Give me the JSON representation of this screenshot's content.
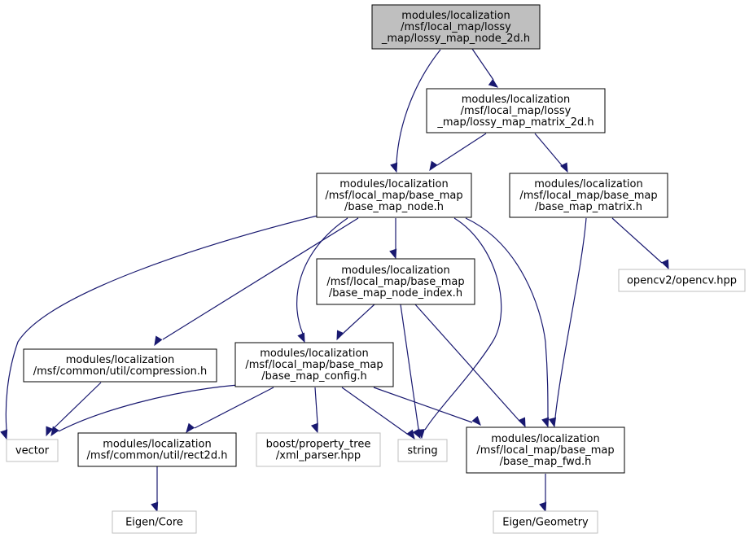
{
  "nodes": {
    "root": {
      "lines": [
        "modules/localization",
        "/msf/local_map/lossy",
        "_map/lossy_map_node_2d.h"
      ]
    },
    "matrix2d": {
      "lines": [
        "modules/localization",
        "/msf/local_map/lossy",
        "_map/lossy_map_matrix_2d.h"
      ]
    },
    "node_h": {
      "lines": [
        "modules/localization",
        "/msf/local_map/base_map",
        "/base_map_node.h"
      ]
    },
    "matrix_h": {
      "lines": [
        "modules/localization",
        "/msf/local_map/base_map",
        "/base_map_matrix.h"
      ]
    },
    "opencv": {
      "lines": [
        "opencv2/opencv.hpp"
      ]
    },
    "index_h": {
      "lines": [
        "modules/localization",
        "/msf/local_map/base_map",
        "/base_map_node_index.h"
      ]
    },
    "compression": {
      "lines": [
        "modules/localization",
        "/msf/common/util/compression.h"
      ]
    },
    "config_h": {
      "lines": [
        "modules/localization",
        "/msf/local_map/base_map",
        "/base_map_config.h"
      ]
    },
    "vector": {
      "lines": [
        "vector"
      ]
    },
    "rect2d": {
      "lines": [
        "modules/localization",
        "/msf/common/util/rect2d.h"
      ]
    },
    "xml": {
      "lines": [
        "boost/property_tree",
        "/xml_parser.hpp"
      ]
    },
    "string": {
      "lines": [
        "string"
      ]
    },
    "fwd_h": {
      "lines": [
        "modules/localization",
        "/msf/local_map/base_map",
        "/base_map_fwd.h"
      ]
    },
    "eigen_core": {
      "lines": [
        "Eigen/Core"
      ]
    },
    "eigen_geom": {
      "lines": [
        "Eigen/Geometry"
      ]
    }
  },
  "edges": [
    [
      "root",
      "matrix2d"
    ],
    [
      "root",
      "node_h"
    ],
    [
      "matrix2d",
      "node_h"
    ],
    [
      "matrix2d",
      "matrix_h"
    ],
    [
      "node_h",
      "vector"
    ],
    [
      "node_h",
      "index_h"
    ],
    [
      "node_h",
      "compression"
    ],
    [
      "node_h",
      "config_h"
    ],
    [
      "node_h",
      "string"
    ],
    [
      "node_h",
      "fwd_h"
    ],
    [
      "matrix_h",
      "opencv"
    ],
    [
      "matrix_h",
      "fwd_h"
    ],
    [
      "index_h",
      "config_h"
    ],
    [
      "index_h",
      "string"
    ],
    [
      "index_h",
      "fwd_h"
    ],
    [
      "compression",
      "vector"
    ],
    [
      "config_h",
      "vector"
    ],
    [
      "config_h",
      "rect2d"
    ],
    [
      "config_h",
      "xml"
    ],
    [
      "config_h",
      "string"
    ],
    [
      "config_h",
      "fwd_h"
    ],
    [
      "rect2d",
      "eigen_core"
    ],
    [
      "fwd_h",
      "eigen_geom"
    ]
  ]
}
